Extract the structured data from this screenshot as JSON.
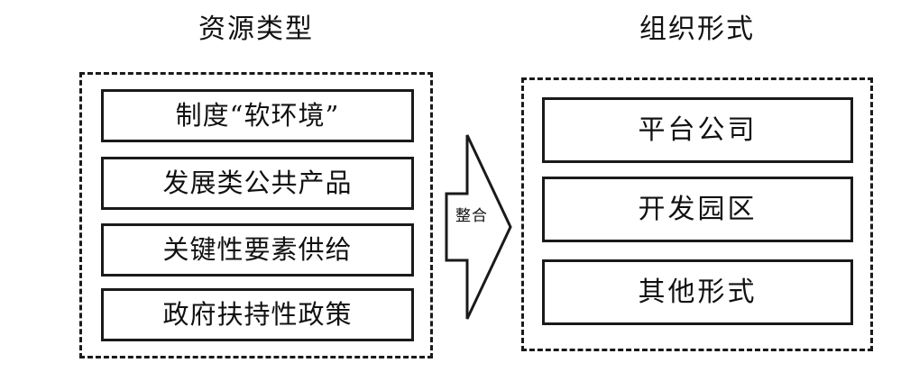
{
  "diagram": {
    "columns": {
      "left": {
        "title": "资源类型",
        "items": [
          {
            "label": "制度“软环境”"
          },
          {
            "label": "发展类公共产品"
          },
          {
            "label": "关键性要素供给"
          },
          {
            "label": "政府扶持性政策"
          }
        ]
      },
      "right": {
        "title": "组织形式",
        "items": [
          {
            "label": "平台公司"
          },
          {
            "label": "开发园区"
          },
          {
            "label": "其他形式"
          }
        ]
      }
    },
    "connector": {
      "label": "整合",
      "icon": "right-block-arrow-icon",
      "direction": "left-to-right"
    },
    "colors": {
      "stroke": "#1a1a1a",
      "text": "#111111",
      "background": "#ffffff",
      "box_fill": "#ffffff"
    }
  }
}
